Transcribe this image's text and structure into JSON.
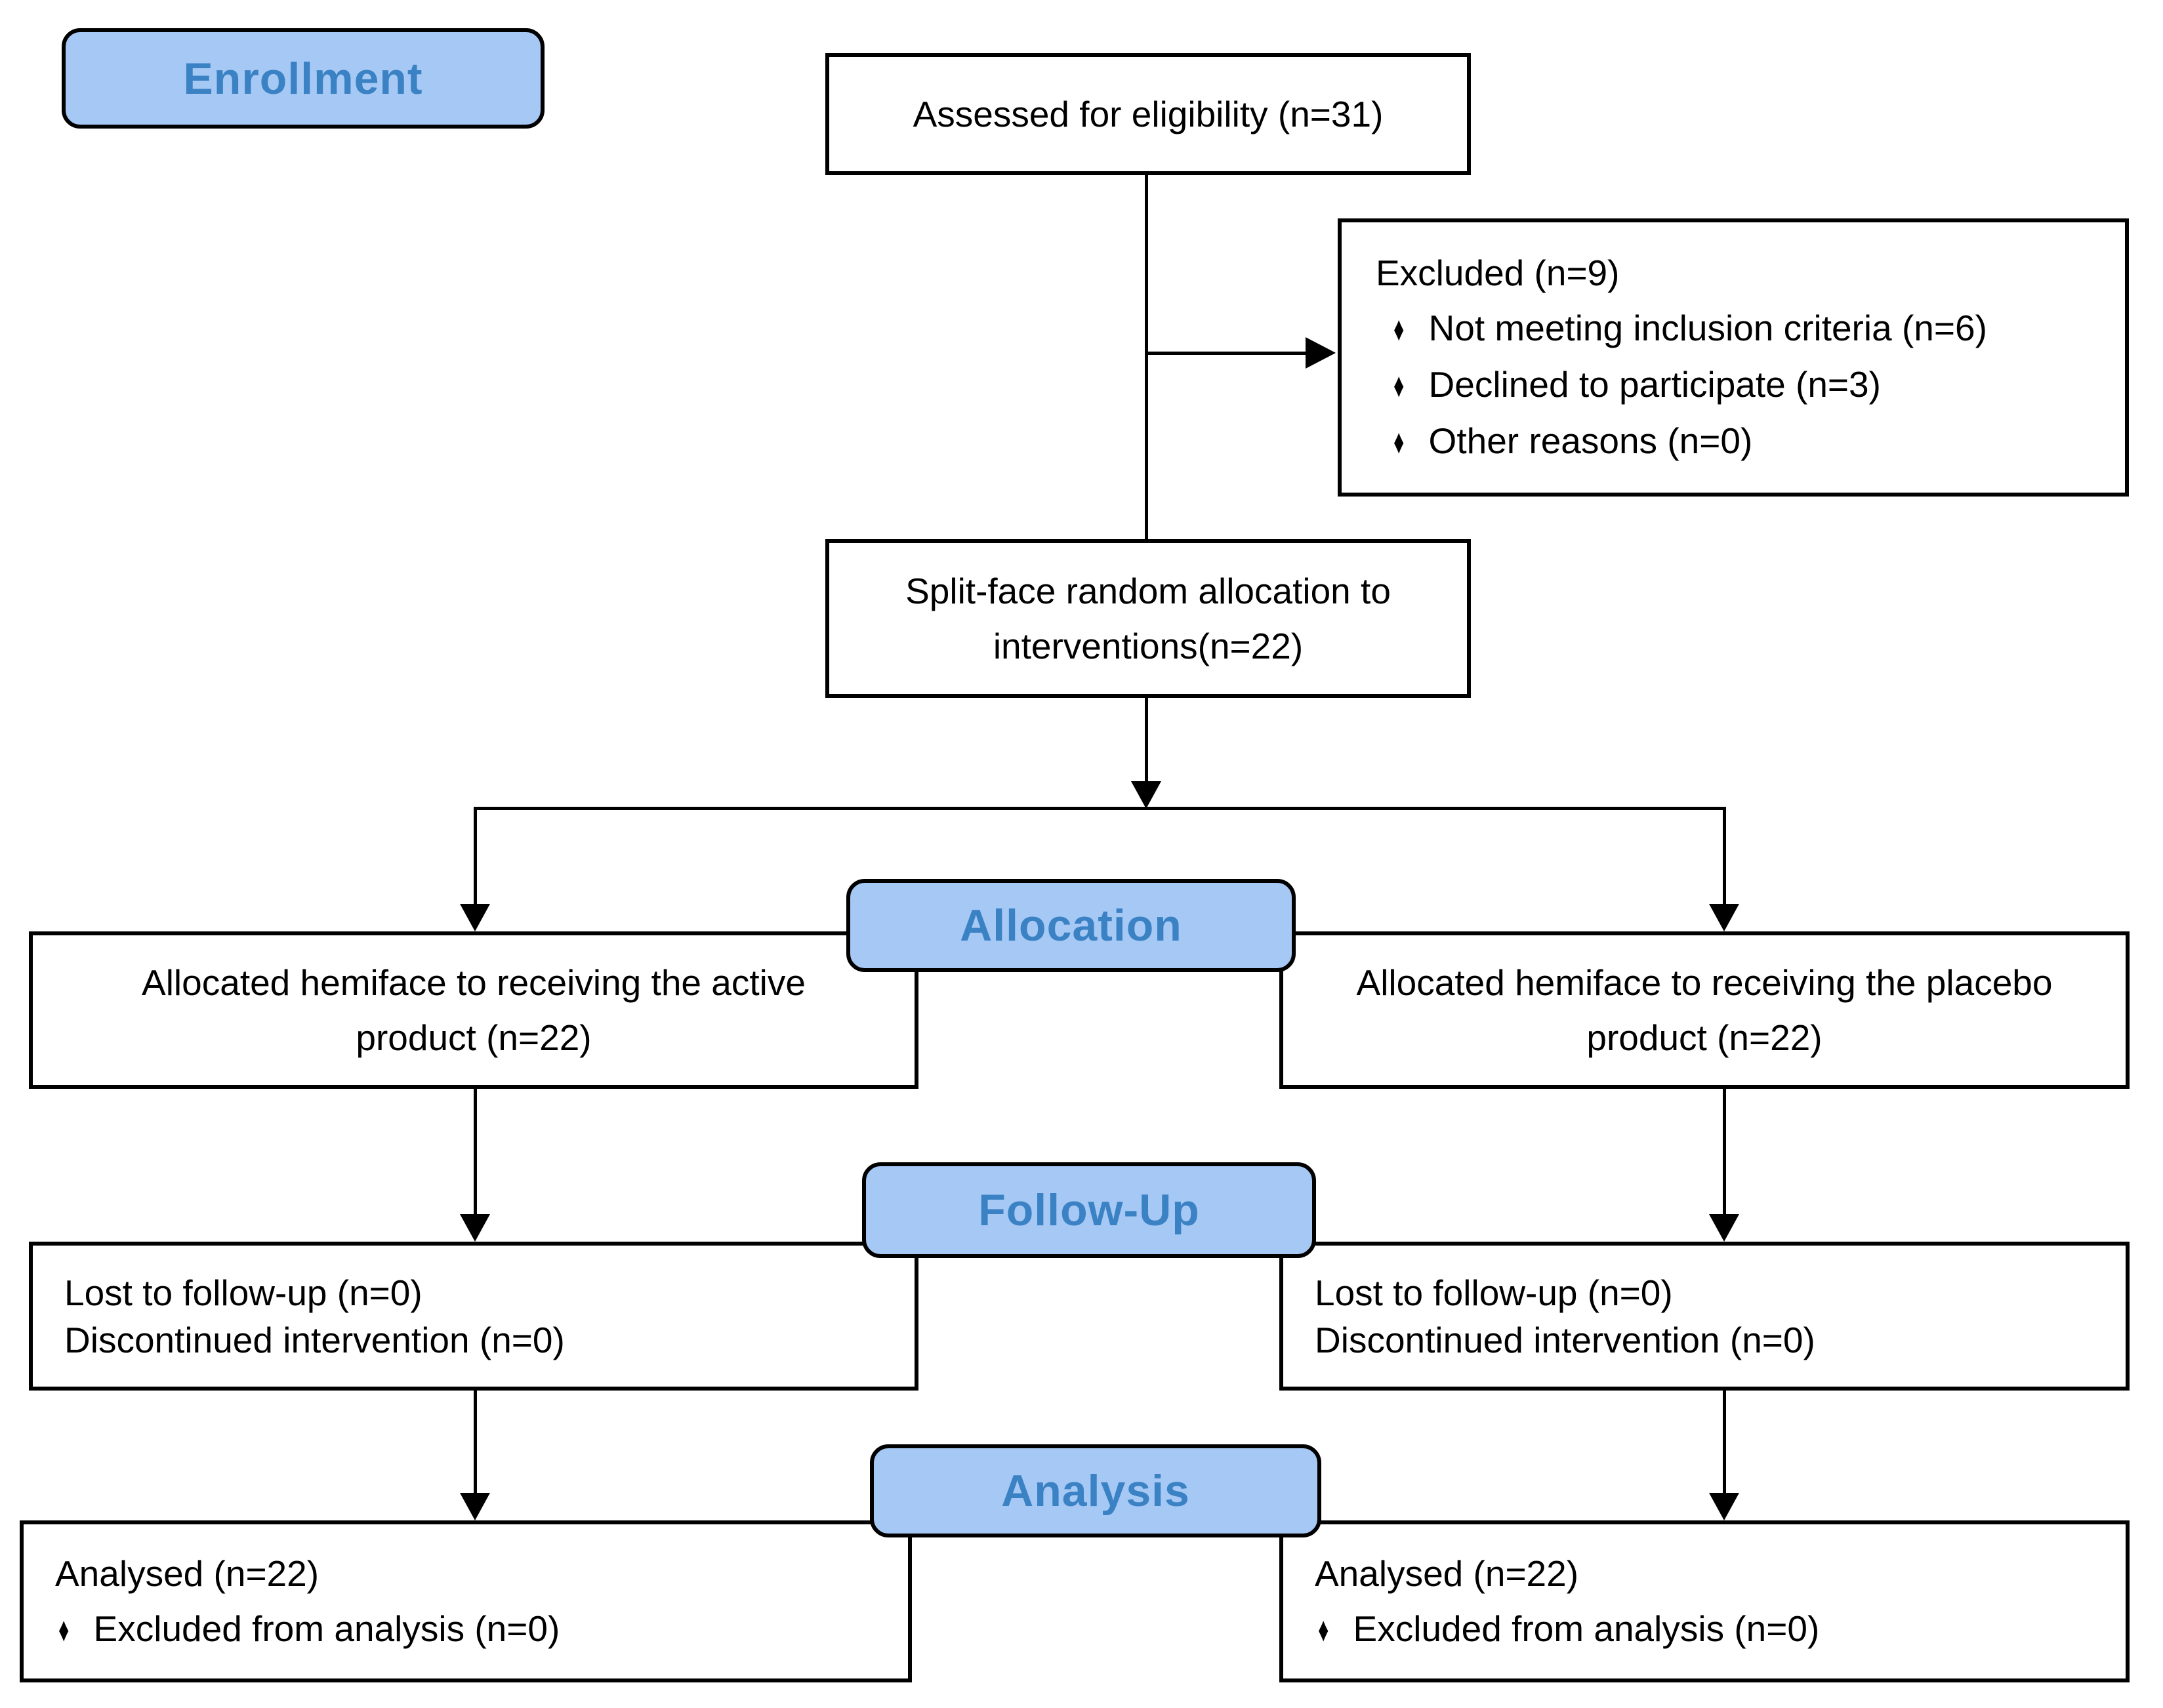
{
  "stage_labels": {
    "enrollment": "Enrollment",
    "allocation": "Allocation",
    "follow_up": "Follow-Up",
    "analysis": "Analysis"
  },
  "boxes": {
    "assessed": {
      "text": "Assessed for eligibility (n=31)"
    },
    "excluded": {
      "title": "Excluded (n=9)",
      "bullets": [
        "Not meeting inclusion criteria (n=6)",
        "Declined to participate (n=3)",
        "Other reasons (n=0)"
      ]
    },
    "randomized": {
      "line1": "Split-face random allocation to",
      "line2": "interventions(n=22)"
    },
    "allocation_left": {
      "line1": "Allocated hemiface to receiving the active",
      "line2": "product (n=22)"
    },
    "allocation_right": {
      "line1": "Allocated hemiface to receiving the placebo",
      "line2": "product (n=22)"
    },
    "follow_up_left": {
      "line1": "Lost to follow-up (n=0)",
      "line2": "Discontinued intervention (n=0)"
    },
    "follow_up_right": {
      "line1": "Lost to follow-up (n=0)",
      "line2": "Discontinued intervention (n=0)"
    },
    "analysis_left": {
      "title": "Analysed (n=22)",
      "bullets": [
        "Excluded from analysis (n=0)"
      ]
    },
    "analysis_right": {
      "title": "Analysed (n=22)",
      "bullets": [
        "Excluded from analysis (n=0)"
      ]
    }
  },
  "bullet_glyph": "♦",
  "colors": {
    "badge_fill": "#a6c8f4",
    "badge_text": "#3b82c4",
    "line": "#000000",
    "box_background": "#ffffff"
  }
}
